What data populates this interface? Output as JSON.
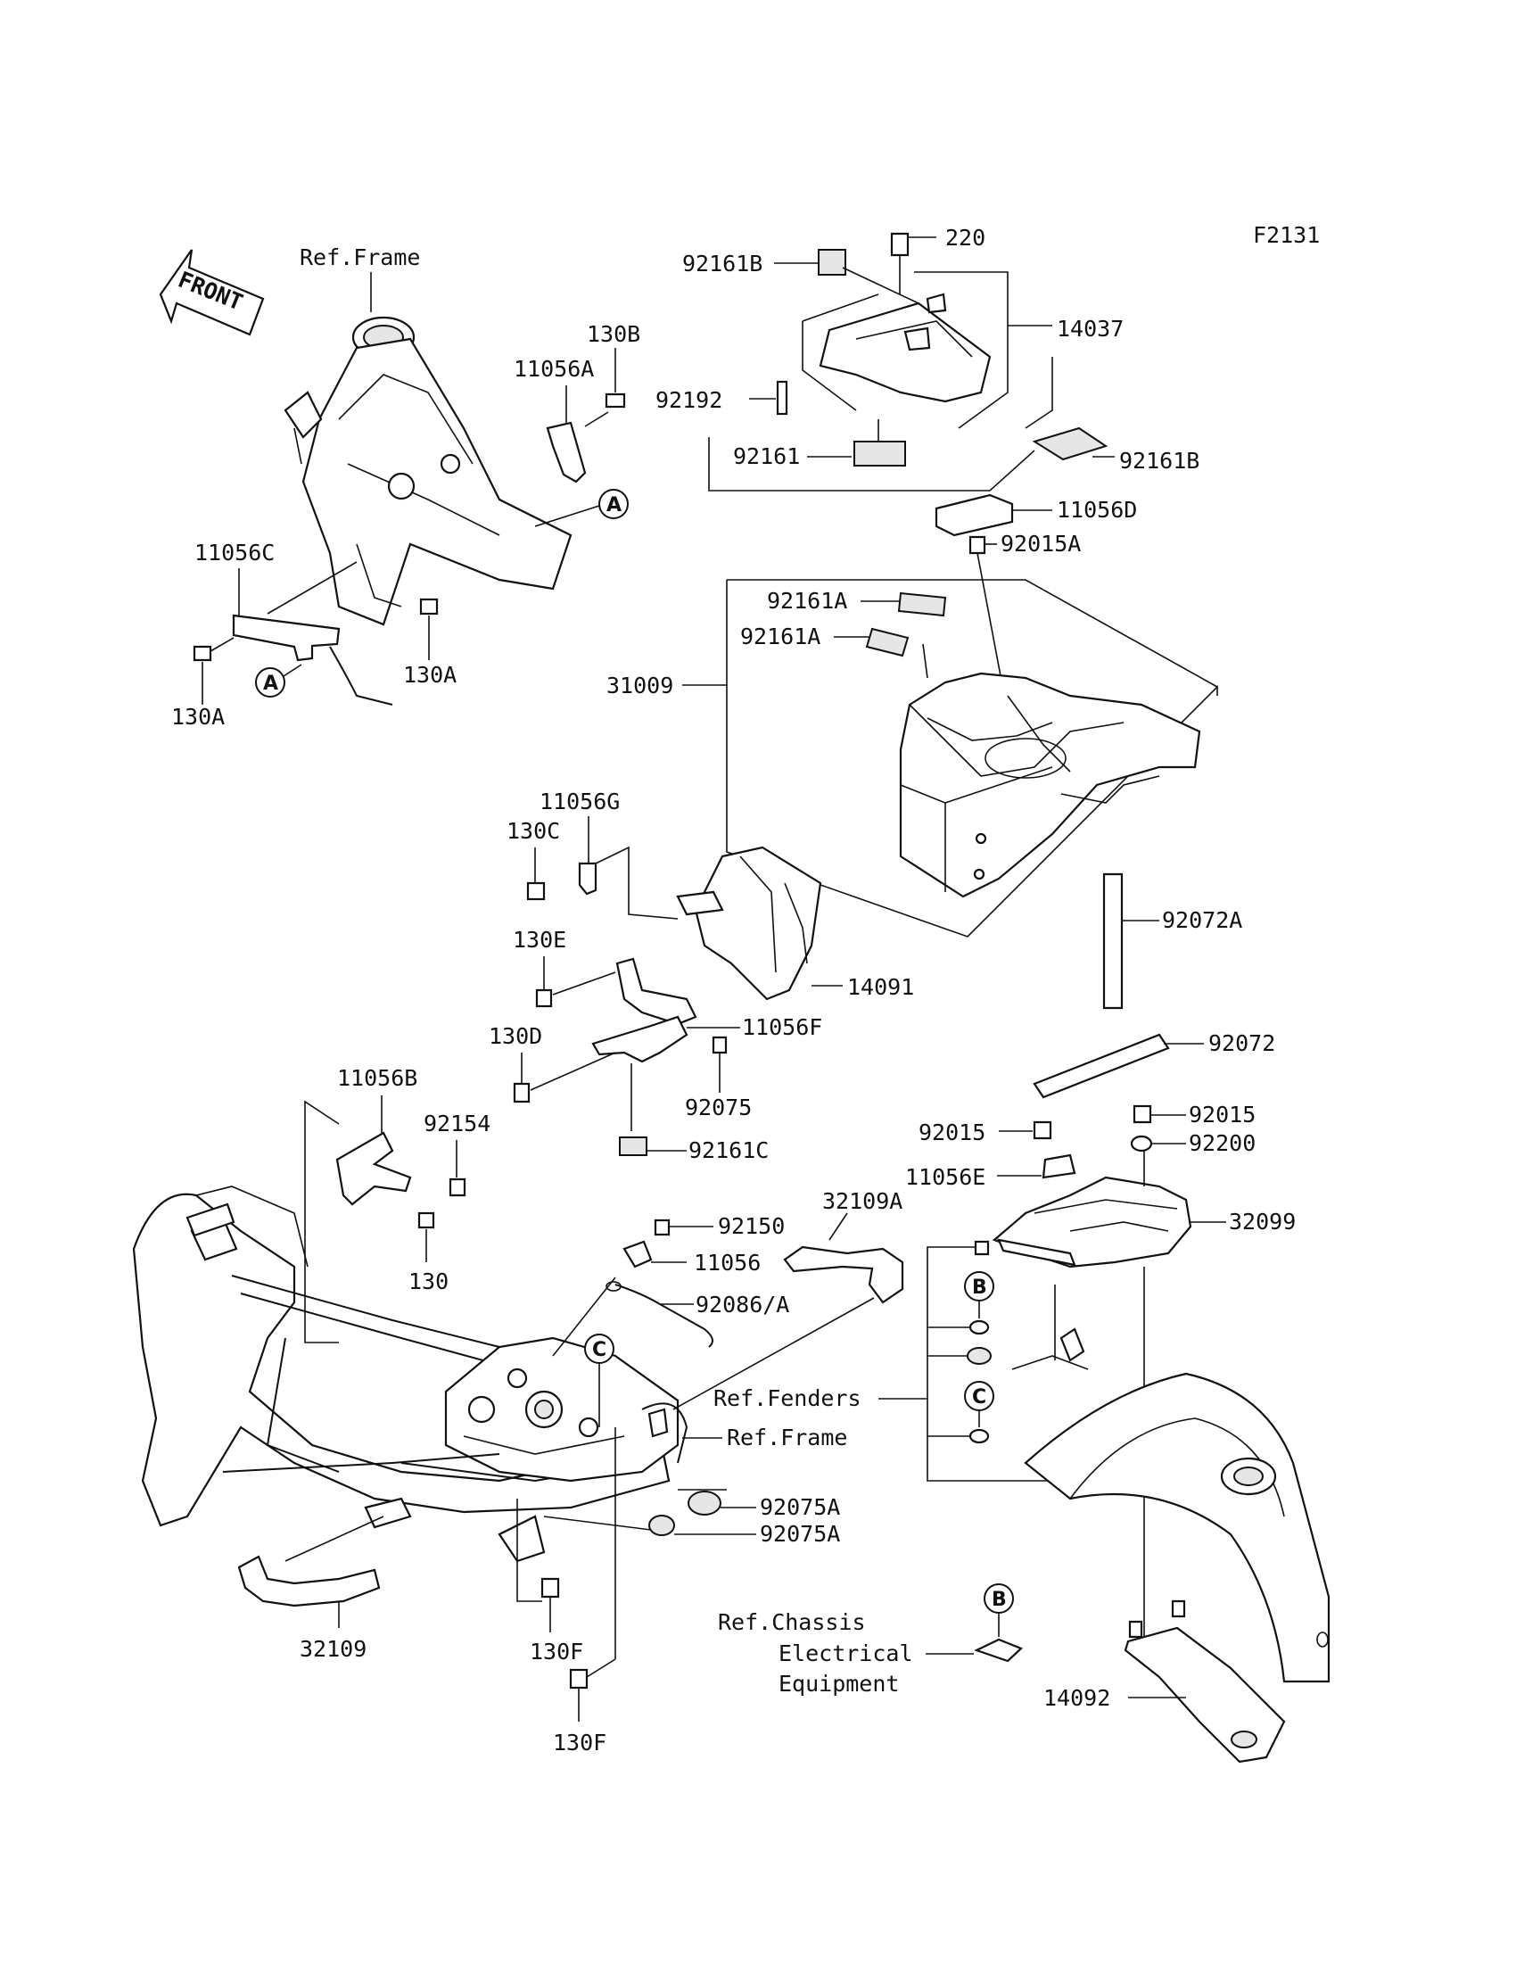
{
  "figure_code": "F2131",
  "front_label": "FRONT",
  "refs": {
    "frame_top": "Ref.Frame",
    "frame_bottom": "Ref.Frame",
    "fenders": "Ref.Fenders",
    "chassis_line1": "Ref.Chassis",
    "chassis_line2": "Electrical",
    "chassis_line3": "Equipment"
  },
  "callouts": {
    "a1": "A",
    "a2": "A",
    "b1": "B",
    "b2": "B",
    "c1": "C",
    "c2": "C"
  },
  "parts": {
    "p220": "220",
    "p92161B_top": "92161B",
    "p14037": "14037",
    "p92192": "92192",
    "p92161": "92161",
    "p92161B_right": "92161B",
    "p11056D": "11056D",
    "p92015A": "92015A",
    "p92161A_1": "92161A",
    "p92161A_2": "92161A",
    "p31009": "31009",
    "p130B": "130B",
    "p11056A": "11056A",
    "p11056C": "11056C",
    "p130A_1": "130A",
    "p130A_2": "130A",
    "p11056G": "11056G",
    "p130C": "130C",
    "p130E": "130E",
    "p14091": "14091",
    "p92072A": "92072A",
    "p11056F": "11056F",
    "p130D": "130D",
    "p92075": "92075",
    "p92072": "92072",
    "p11056B": "11056B",
    "p92154": "92154",
    "p92161C": "92161C",
    "p92015_1": "92015",
    "p92015_2": "92015",
    "p92200": "92200",
    "p11056E": "11056E",
    "p32099": "32099",
    "p130": "130",
    "p92150": "92150",
    "p32109A": "32109A",
    "p11056": "11056",
    "p92086A": "92086/A",
    "p92075A_1": "92075A",
    "p92075A_2": "92075A",
    "p32109": "32109",
    "p130F_1": "130F",
    "p130F_2": "130F",
    "p14092": "14092"
  }
}
